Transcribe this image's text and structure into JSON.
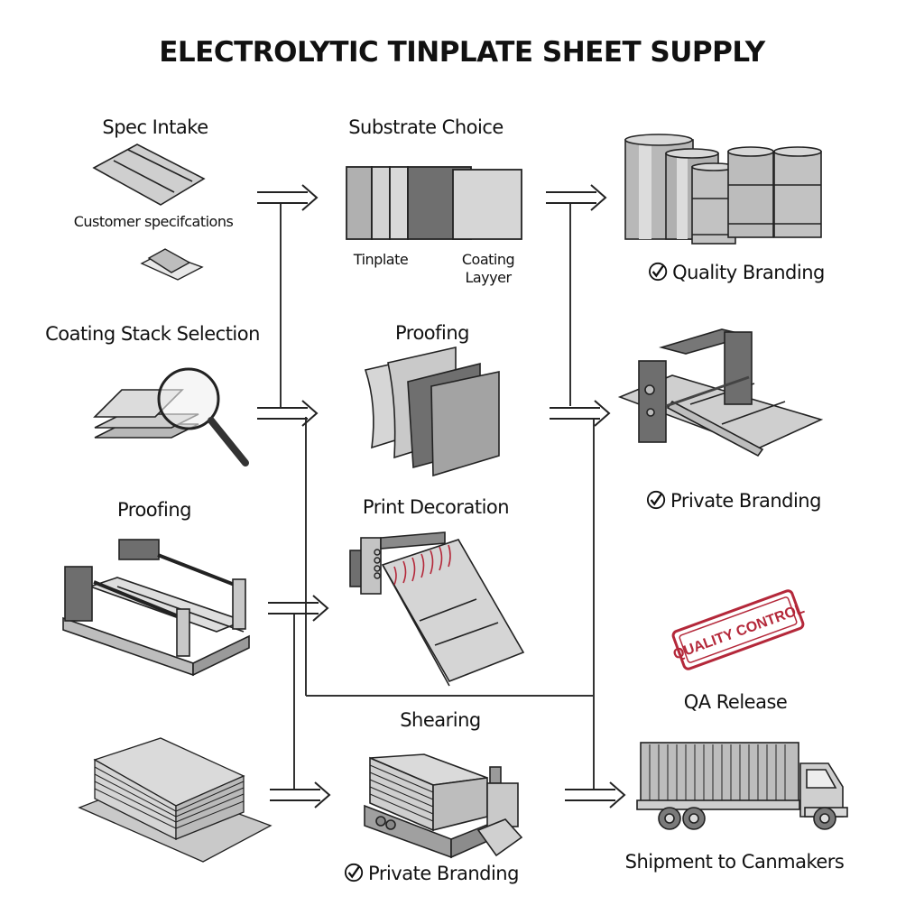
{
  "title": "ELECTROLYTIC TINPLATE SHEET SUPPLY",
  "steps": {
    "spec_intake": {
      "label": "Spec Intake",
      "caption": "Customer specifcations"
    },
    "coating_stack": {
      "label": "Coating Stack Selection"
    },
    "proofing_left": {
      "label": "Proofing"
    },
    "substrate_choice": {
      "label": "Substrate Choice",
      "caption_left": "Tinplate",
      "caption_right_line1": "Coating",
      "caption_right_line2": "Layyer"
    },
    "proofing_center": {
      "label": "Proofing"
    },
    "print_decoration": {
      "label": "Print Decoration"
    },
    "shearing": {
      "label": "Shearing",
      "badge": "Private Branding"
    },
    "cans": {
      "badge": "Quality Branding"
    },
    "press": {
      "badge": "Private Branding"
    },
    "qa_release": {
      "label": "QA Release",
      "stamp": "QUALITY CONTROL"
    },
    "shipment": {
      "label": "Shipment to Canmakers"
    }
  },
  "colors": {
    "stamp": "#b4283a",
    "ink": "#222222",
    "fill_light": "#d4d4d4",
    "fill_mid": "#a9a9a9",
    "fill_dark": "#6f6f6f"
  }
}
